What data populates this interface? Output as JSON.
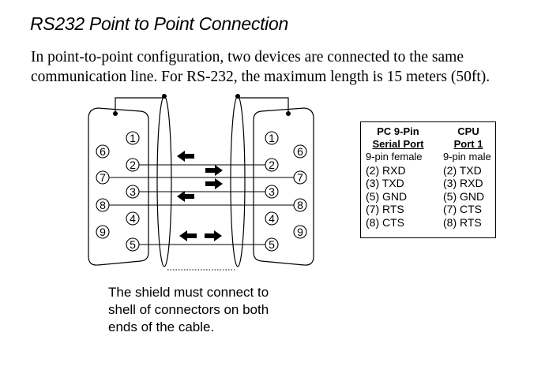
{
  "title": "RS232 Point to Point Connection",
  "intro": {
    "line1": "In point-to-point configuration, two devices are connected to the same",
    "line2": "communication line.  For RS-232, the maximum length is 15 meters (50ft)."
  },
  "diagram": {
    "left_connector": {
      "outer_pins": [
        "6",
        "7",
        "8",
        "9"
      ],
      "inner_pins": [
        "1",
        "2",
        "3",
        "4",
        "5"
      ]
    },
    "right_connector": {
      "outer_pins": [
        "6",
        "7",
        "8",
        "9"
      ],
      "inner_pins": [
        "1",
        "2",
        "3",
        "4",
        "5"
      ]
    },
    "arrows": [
      {
        "line": "2",
        "direction": "left"
      },
      {
        "line": "2-3",
        "direction": "right"
      },
      {
        "line": "3",
        "direction": "right"
      },
      {
        "line": "3",
        "direction": "left"
      },
      {
        "line": "5",
        "direction": "both"
      }
    ]
  },
  "pin_table": {
    "left_header": [
      "PC 9-Pin",
      "Serial Port"
    ],
    "right_header": [
      "CPU",
      "Port 1"
    ],
    "left_rows": [
      "9-pin female",
      "(2) RXD",
      "(3) TXD",
      "(5) GND",
      "(7) RTS",
      "(8) CTS"
    ],
    "right_rows": [
      "9-pin male",
      "(2) TXD",
      "(3) RXD",
      "(5) GND",
      "(7) CTS",
      "(8) RTS"
    ]
  },
  "note": {
    "line1": "The shield must connect to",
    "line2": "shell of connectors on both",
    "line3": "ends of the cable."
  }
}
